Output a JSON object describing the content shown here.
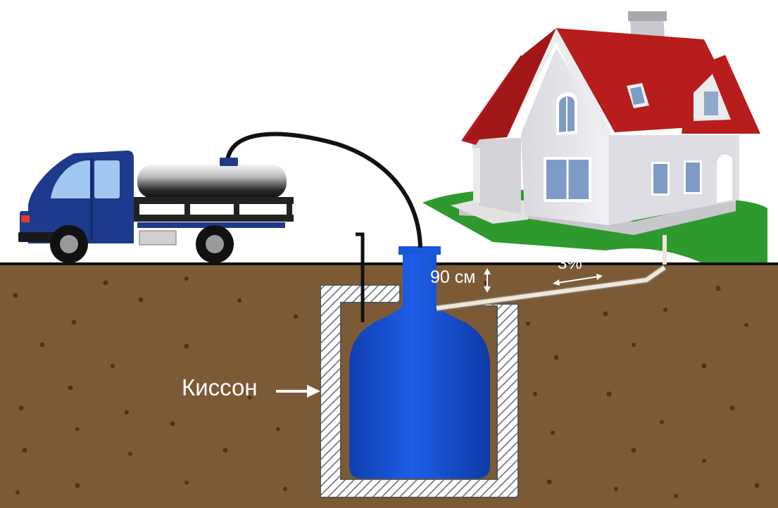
{
  "labels": {
    "depth": "90 см",
    "slope": "3%",
    "caisson": "Киссон"
  },
  "colors": {
    "soil": "#7d5a36",
    "ground_line": "#111111",
    "tank": "#1450d2",
    "truck_cab": "#1d3a8c",
    "roof": "#b81d1d",
    "house_wall": "#e6e6ea",
    "lawn": "#2e9a2e",
    "pipe": "#e9e1d2"
  },
  "icons": [
    "truck-icon",
    "house-icon",
    "tank-icon",
    "caisson-icon",
    "hose-icon",
    "arrow-icon"
  ]
}
